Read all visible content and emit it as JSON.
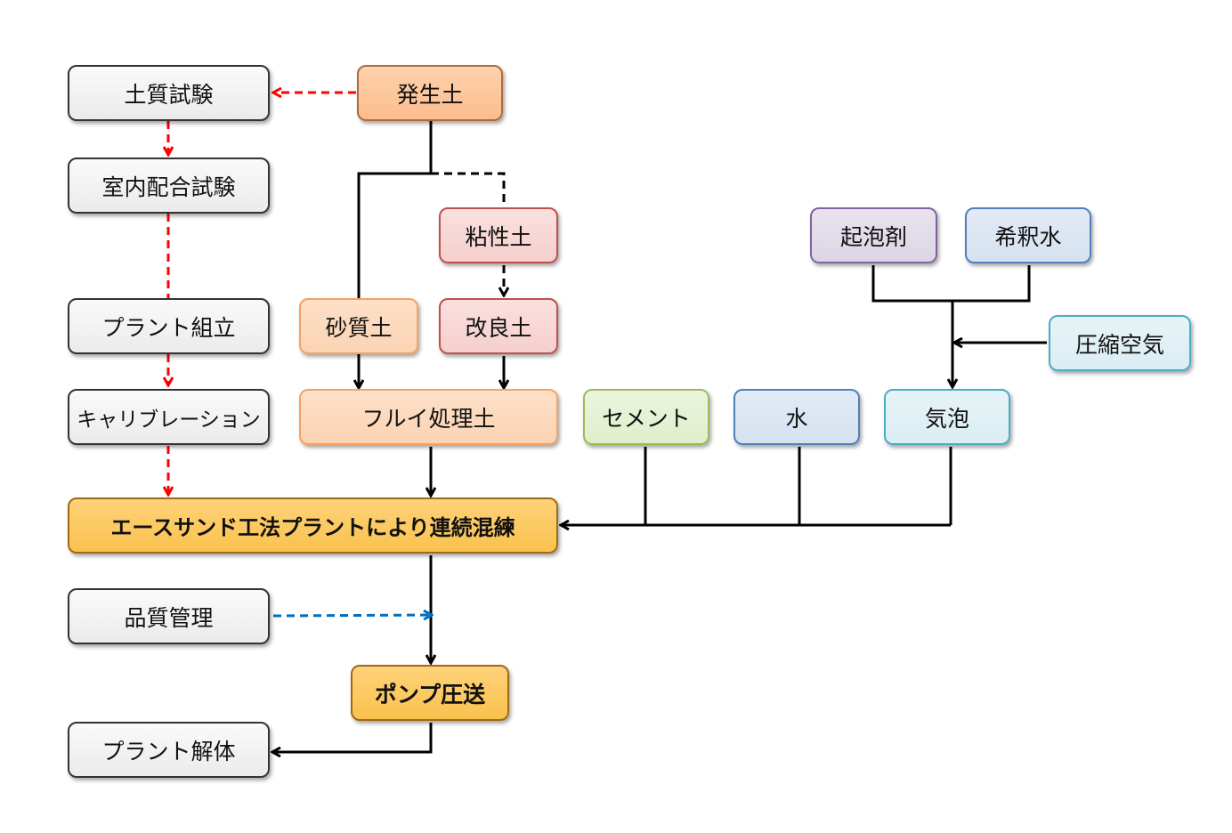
{
  "nodes": {
    "soil_test": "土質試験",
    "lab_mix_test": "室内配合試験",
    "plant_assembly": "プラント組立",
    "calibration": "キャリブレーション",
    "excavated_soil": "発生土",
    "clay_soil": "粘性土",
    "sandy_soil": "砂質土",
    "improved_soil": "改良土",
    "sieved_soil": "フルイ処理土",
    "foaming_agent": "起泡剤",
    "dilution_water": "希釈水",
    "compressed_air": "圧縮空気",
    "cement": "セメント",
    "water": "水",
    "foam": "気泡",
    "continuous_mixing": "エースサンド工法プラントにより連続混練",
    "quality_control": "品質管理",
    "pump_transfer": "ポンプ圧送",
    "plant_dismantle": "プラント解体"
  },
  "colors": {
    "control_arrows": "#ff0000",
    "quality_arrow": "#0070c0",
    "flow_lines": "#000000"
  }
}
